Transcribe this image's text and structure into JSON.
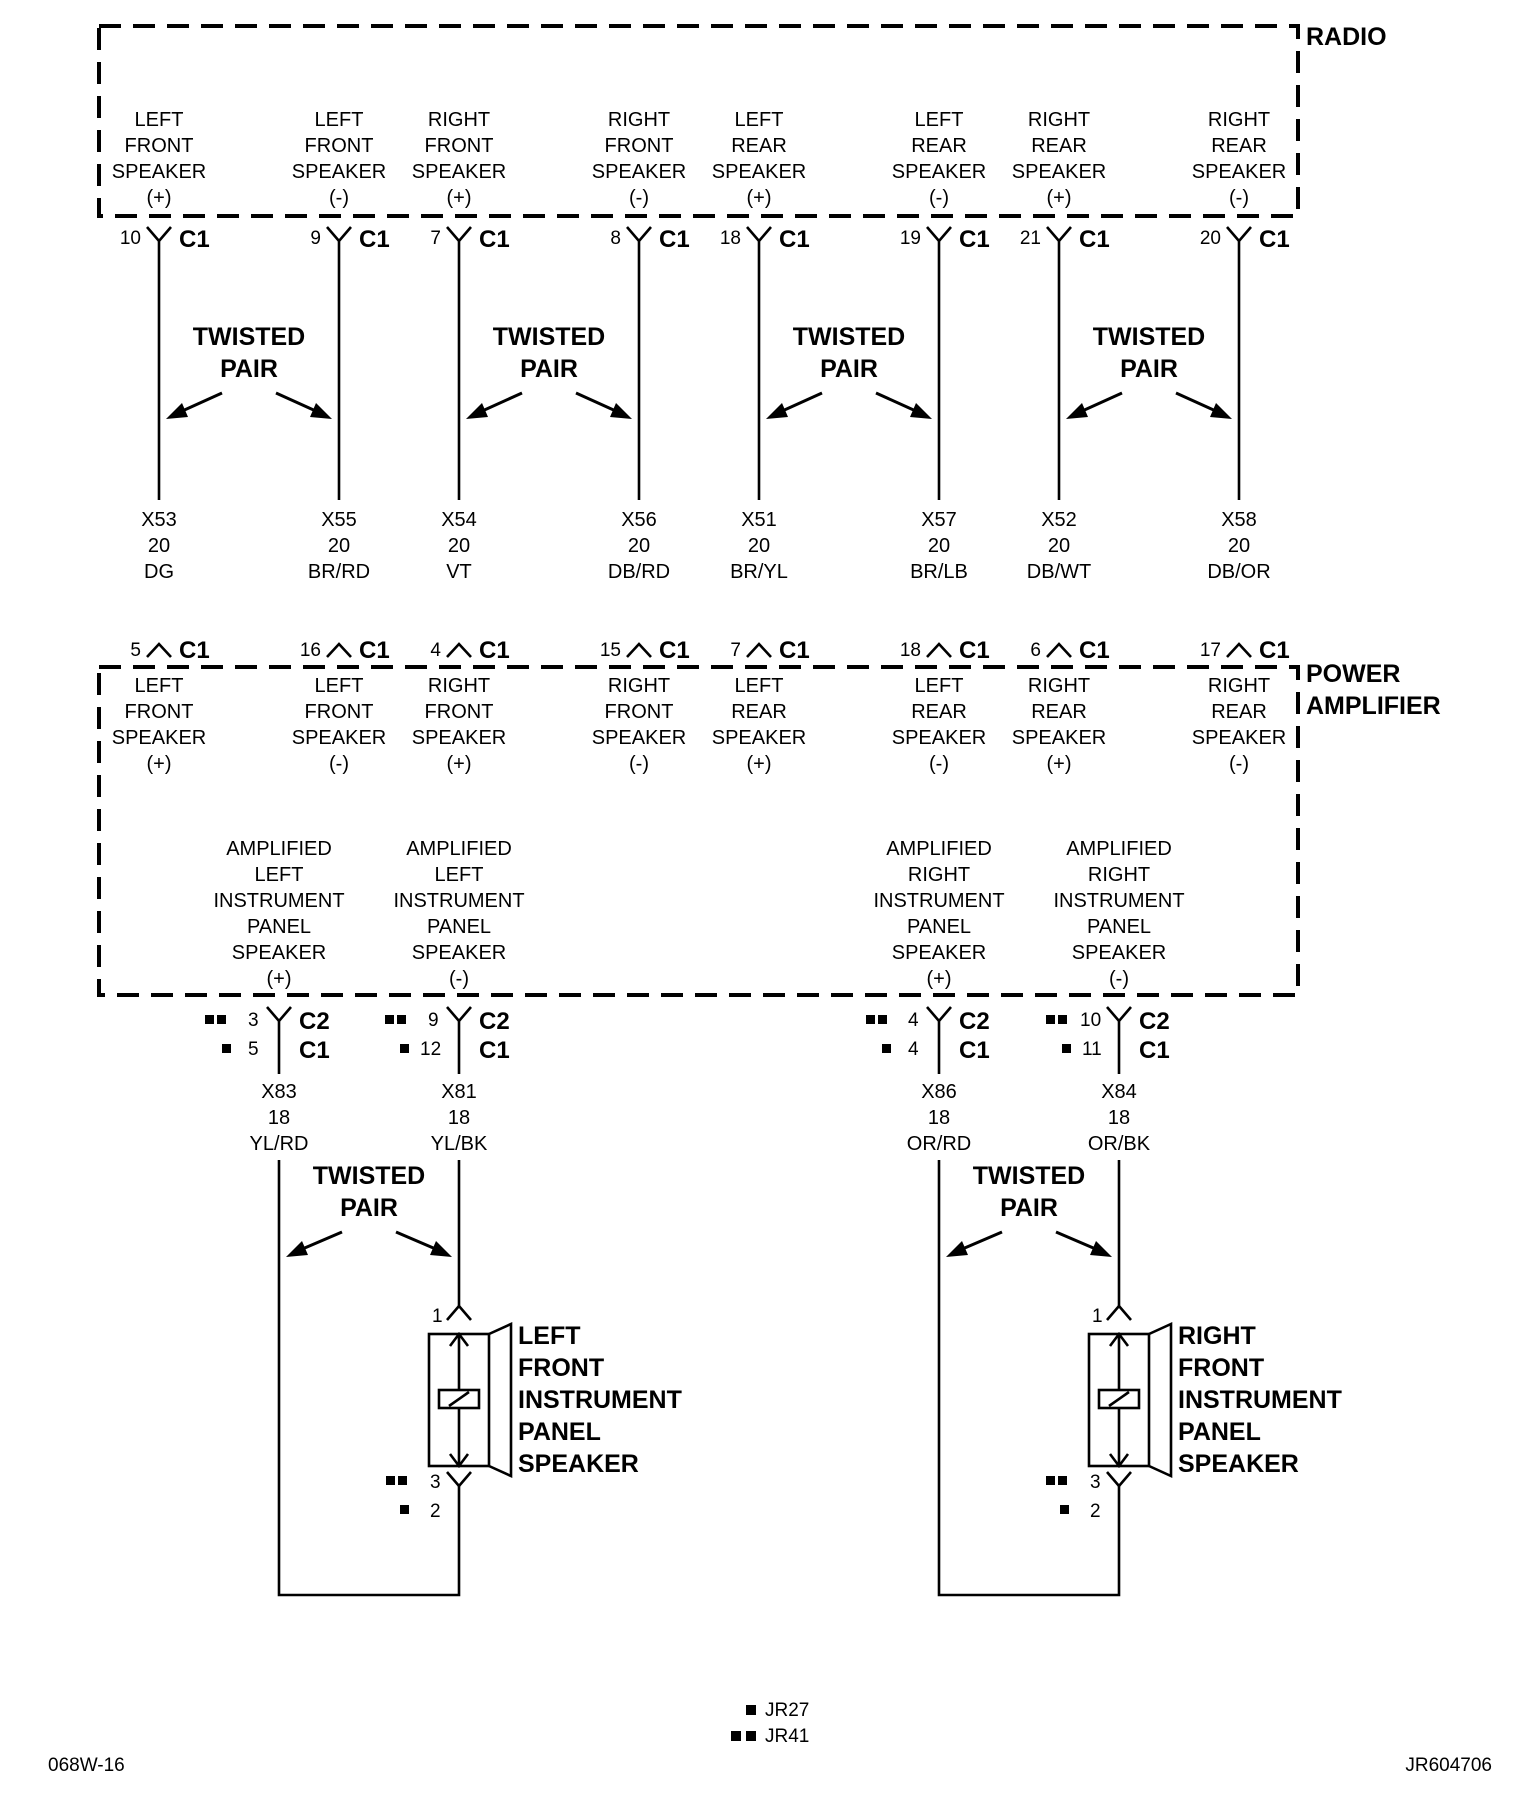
{
  "radio": {
    "title": "RADIO",
    "terminals": [
      {
        "l1": "LEFT",
        "l2": "FRONT",
        "l3": "SPEAKER",
        "l4": "(+)",
        "pin": "10",
        "conn": "C1"
      },
      {
        "l1": "LEFT",
        "l2": "FRONT",
        "l3": "SPEAKER",
        "l4": "(-)",
        "pin": "9",
        "conn": "C1"
      },
      {
        "l1": "RIGHT",
        "l2": "FRONT",
        "l3": "SPEAKER",
        "l4": "(+)",
        "pin": "7",
        "conn": "C1"
      },
      {
        "l1": "RIGHT",
        "l2": "FRONT",
        "l3": "SPEAKER",
        "l4": "(-)",
        "pin": "8",
        "conn": "C1"
      },
      {
        "l1": "LEFT",
        "l2": "REAR",
        "l3": "SPEAKER",
        "l4": "(+)",
        "pin": "18",
        "conn": "C1"
      },
      {
        "l1": "LEFT",
        "l2": "REAR",
        "l3": "SPEAKER",
        "l4": "(-)",
        "pin": "19",
        "conn": "C1"
      },
      {
        "l1": "RIGHT",
        "l2": "REAR",
        "l3": "SPEAKER",
        "l4": "(+)",
        "pin": "21",
        "conn": "C1"
      },
      {
        "l1": "RIGHT",
        "l2": "REAR",
        "l3": "SPEAKER",
        "l4": "(-)",
        "pin": "20",
        "conn": "C1"
      }
    ]
  },
  "wires": [
    {
      "circuit": "X53",
      "gauge": "20",
      "color": "DG"
    },
    {
      "circuit": "X55",
      "gauge": "20",
      "color": "BR/RD"
    },
    {
      "circuit": "X54",
      "gauge": "20",
      "color": "VT"
    },
    {
      "circuit": "X56",
      "gauge": "20",
      "color": "DB/RD"
    },
    {
      "circuit": "X51",
      "gauge": "20",
      "color": "BR/YL"
    },
    {
      "circuit": "X57",
      "gauge": "20",
      "color": "BR/LB"
    },
    {
      "circuit": "X52",
      "gauge": "20",
      "color": "DB/WT"
    },
    {
      "circuit": "X58",
      "gauge": "20",
      "color": "DB/OR"
    }
  ],
  "twisted_pair": {
    "line1": "TWISTED",
    "line2": "PAIR"
  },
  "amplifier": {
    "title1": "POWER",
    "title2": "AMPLIFIER",
    "inputs": [
      {
        "l1": "LEFT",
        "l2": "FRONT",
        "l3": "SPEAKER",
        "l4": "(+)",
        "pin": "5",
        "conn": "C1"
      },
      {
        "l1": "LEFT",
        "l2": "FRONT",
        "l3": "SPEAKER",
        "l4": "(-)",
        "pin": "16",
        "conn": "C1"
      },
      {
        "l1": "RIGHT",
        "l2": "FRONT",
        "l3": "SPEAKER",
        "l4": "(+)",
        "pin": "4",
        "conn": "C1"
      },
      {
        "l1": "RIGHT",
        "l2": "FRONT",
        "l3": "SPEAKER",
        "l4": "(-)",
        "pin": "15",
        "conn": "C1"
      },
      {
        "l1": "LEFT",
        "l2": "REAR",
        "l3": "SPEAKER",
        "l4": "(+)",
        "pin": "7",
        "conn": "C1"
      },
      {
        "l1": "LEFT",
        "l2": "REAR",
        "l3": "SPEAKER",
        "l4": "(-)",
        "pin": "18",
        "conn": "C1"
      },
      {
        "l1": "RIGHT",
        "l2": "REAR",
        "l3": "SPEAKER",
        "l4": "(+)",
        "pin": "6",
        "conn": "C1"
      },
      {
        "l1": "RIGHT",
        "l2": "REAR",
        "l3": "SPEAKER",
        "l4": "(-)",
        "pin": "17",
        "conn": "C1"
      }
    ],
    "outputs": [
      {
        "l1": "AMPLIFIED",
        "l2": "LEFT",
        "l3": "INSTRUMENT",
        "l4": "PANEL",
        "l5": "SPEAKER",
        "l6": "(+)",
        "pinA": "3",
        "connA": "C2",
        "pinB": "5",
        "connB": "C1",
        "circuit": "X83",
        "gauge": "18",
        "color": "YL/RD"
      },
      {
        "l1": "AMPLIFIED",
        "l2": "LEFT",
        "l3": "INSTRUMENT",
        "l4": "PANEL",
        "l5": "SPEAKER",
        "l6": "(-)",
        "pinA": "9",
        "connA": "C2",
        "pinB": "12",
        "connB": "C1",
        "circuit": "X81",
        "gauge": "18",
        "color": "YL/BK"
      },
      {
        "l1": "AMPLIFIED",
        "l2": "RIGHT",
        "l3": "INSTRUMENT",
        "l4": "PANEL",
        "l5": "SPEAKER",
        "l6": "(+)",
        "pinA": "4",
        "connA": "C2",
        "pinB": "4",
        "connB": "C1",
        "circuit": "X86",
        "gauge": "18",
        "color": "OR/RD"
      },
      {
        "l1": "AMPLIFIED",
        "l2": "RIGHT",
        "l3": "INSTRUMENT",
        "l4": "PANEL",
        "l5": "SPEAKER",
        "l6": "(-)",
        "pinA": "10",
        "connA": "C2",
        "pinB": "11",
        "connB": "C1",
        "circuit": "X84",
        "gauge": "18",
        "color": "OR/BK"
      }
    ]
  },
  "speakers": [
    {
      "l1": "LEFT",
      "l2": "FRONT",
      "l3": "INSTRUMENT",
      "l4": "PANEL",
      "l5": "SPEAKER",
      "pinTop": "1",
      "pinA": "3",
      "pinB": "2"
    },
    {
      "l1": "RIGHT",
      "l2": "FRONT",
      "l3": "INSTRUMENT",
      "l4": "PANEL",
      "l5": "SPEAKER",
      "pinTop": "1",
      "pinA": "3",
      "pinB": "2"
    }
  ],
  "legend": [
    {
      "label": "JR27"
    },
    {
      "label": "JR41"
    }
  ],
  "footer": {
    "left": "068W-16",
    "right": "JR604706"
  }
}
